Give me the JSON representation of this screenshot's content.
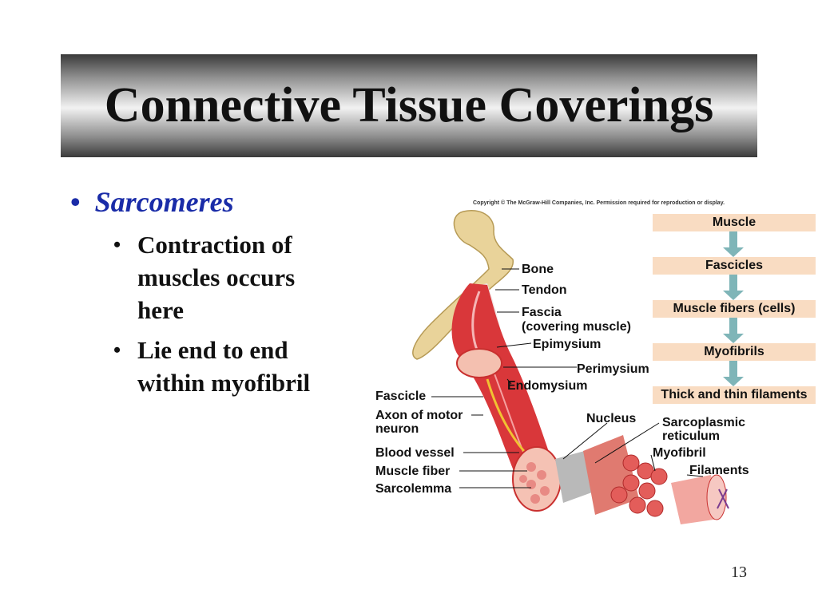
{
  "slide": {
    "title": "Connective Tissue Coverings",
    "bullet": "Sarcomeres",
    "sub_bullets": [
      "Contraction of muscles occurs here",
      "Lie end to end within myofibril"
    ],
    "bullet_glyph": "•",
    "page_number": "13"
  },
  "figure": {
    "copyright": "Copyright © The McGraw-Hill Companies, Inc. Permission required for reproduction or display.",
    "flow": [
      "Muscle",
      "Fascicles",
      "Muscle fibers (cells)",
      "Myofibrils",
      "Thick and thin filaments"
    ],
    "labels": {
      "bone": "Bone",
      "tendon": "Tendon",
      "fascia_1": "Fascia",
      "fascia_2": "(covering muscle)",
      "epimysium": "Epimysium",
      "perimysium": "Perimysium",
      "endomysium": "Endomysium",
      "fascicle": "Fascicle",
      "axon_1": "Axon of motor",
      "axon_2": "neuron",
      "blood_vessel": "Blood vessel",
      "muscle_fiber": "Muscle fiber",
      "sarcolemma": "Sarcolemma",
      "nucleus": "Nucleus",
      "sarcoplasmic_1": "Sarcoplasmic",
      "sarcoplasmic_2": "reticulum",
      "myofibril": "Myofibril",
      "filaments": "Filaments"
    },
    "colors": {
      "flow_box": "#f9dcc2",
      "arrow": "#7fb5b8",
      "muscle": "#d9373a",
      "bone": "#e9d39a"
    }
  }
}
